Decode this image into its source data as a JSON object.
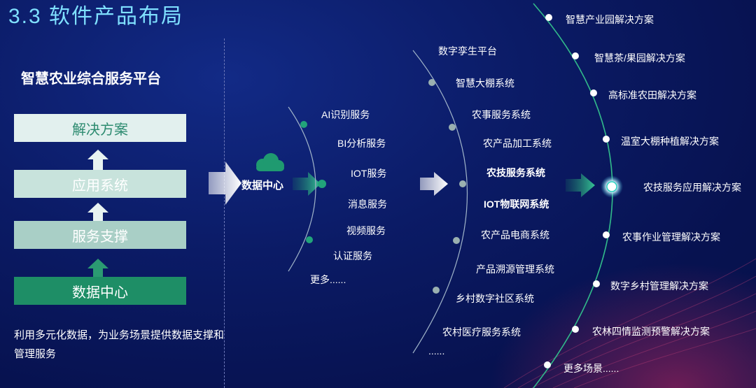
{
  "page": {
    "title": "3.3  软件产品布局",
    "subtitle": "智慧农业综合服务平台",
    "description": "利用多元化数据，为业务场景提供数据支撑和管理服务"
  },
  "stack": [
    "解决方案",
    "应用系统",
    "服务支撑",
    "数据中心"
  ],
  "center_label": "数据中心",
  "services": [
    "AI识别服务",
    "BI分析服务",
    "IOT服务",
    "消息服务",
    "视频服务",
    "认证服务",
    "更多......"
  ],
  "systems": [
    "数字孪生平台",
    "智慧大棚系统",
    "农事服务系统",
    "农产品加工系统",
    "农技服务系统",
    "IOT物联网系统",
    "农产品电商系统",
    "产品溯源管理系统",
    "乡村数字社区系统",
    "农村医疗服务系统",
    "......"
  ],
  "solutions": [
    "智慧产业园解决方案",
    "智慧茶/果园解决方案",
    "高标准农田解决方案",
    "温室大棚种植解决方案",
    "农技服务应用解决方案",
    "农事作业管理解决方案",
    "数字乡村管理解决方案",
    "农林四情监测预警解决方案",
    "更多场景......"
  ],
  "colors": {
    "accent": "#22a47a",
    "title": "#7fe0ff",
    "background": "#0b1b66"
  }
}
